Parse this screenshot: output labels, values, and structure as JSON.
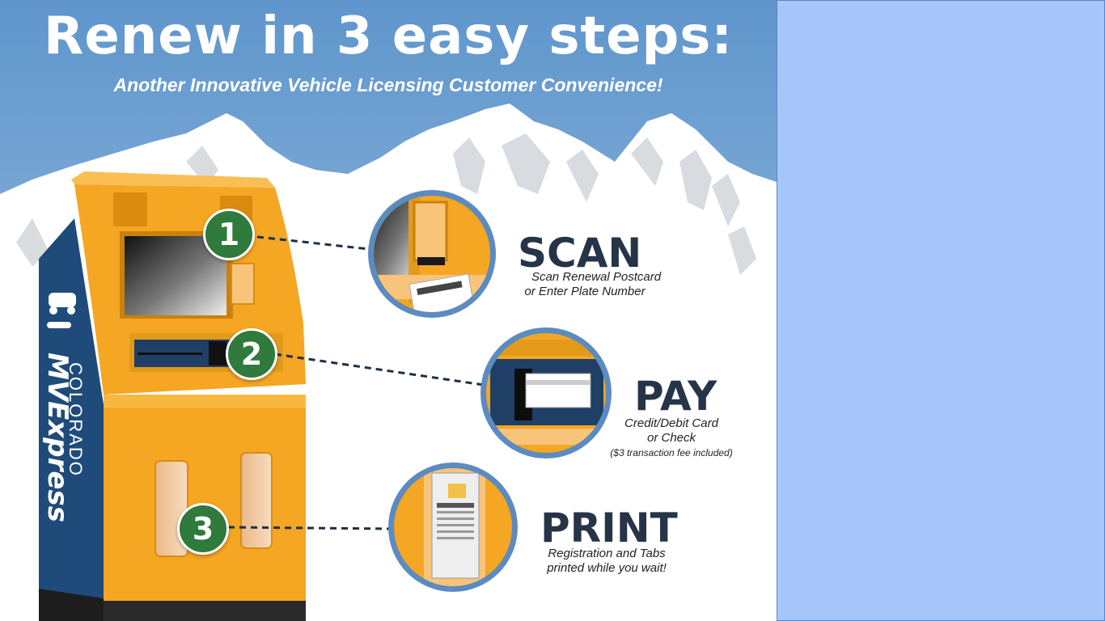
{
  "poster": {
    "title": "Renew in 3 easy steps:",
    "subtitle": "Another Innovative Vehicle Licensing Customer Convenience!"
  },
  "kiosk": {
    "brand_state": "COLORADO",
    "brand_name": "MVExpress"
  },
  "steps": [
    {
      "number": "1",
      "title": "SCAN",
      "desc_line1": "Scan Renewal Postcard",
      "desc_line2": "or Enter Plate Number",
      "fee_note": ""
    },
    {
      "number": "2",
      "title": "PAY",
      "desc_line1": "Credit/Debit Card",
      "desc_line2": "or Check",
      "fee_note": "($3 transaction fee included)"
    },
    {
      "number": "3",
      "title": "PRINT",
      "desc_line1": "Registration and Tabs",
      "desc_line2": "printed while you wait!",
      "fee_note": ""
    }
  ],
  "colors": {
    "sky": "#5b93c9",
    "kiosk_orange": "#f5a623",
    "kiosk_blue": "#1f4b7a",
    "badge_green": "#2f7a3c",
    "right_panel": "#a6c6fa"
  }
}
